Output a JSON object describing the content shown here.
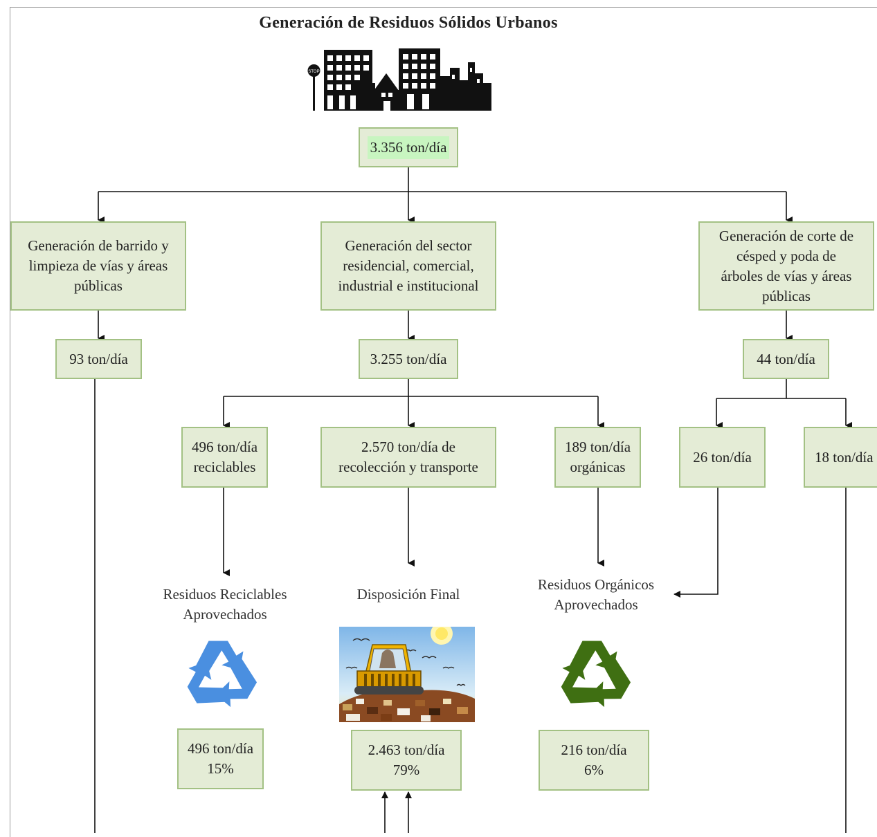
{
  "title": "Generación de Residuos Sólidos Urbanos",
  "city_sign": "STOP",
  "total": "3.356 ton/día",
  "sources": {
    "barrido": {
      "label": "Generación de barrido y\nlimpieza de vías y áreas\npúblicas",
      "value": "93 ton/día"
    },
    "sector": {
      "label": "Generación del sector\nresidencial, comercial,\nindustrial e institucional",
      "value": "3.255 ton/día"
    },
    "poda": {
      "label": "Generación de corte de\ncésped y poda de\nárboles de vías y áreas\npúblicas",
      "value": "44 ton/día"
    }
  },
  "flows": {
    "reciclables": "496 ton/día\nreciclables",
    "recoleccion": "2.570 ton/día de\nrecolección y transporte",
    "organicas": "189 ton/día\norgánicas",
    "poda_a": "26 ton/día",
    "poda_b": "18 ton/día"
  },
  "destinations": {
    "reciclables": {
      "label": "Residuos Reciclables\nAprovechados",
      "result": "496 ton/día\n15%",
      "icon": "recycle-icon",
      "color": "#4a8fe0"
    },
    "disposicion": {
      "label": "Disposición Final",
      "result": "2.463 ton/día\n79%",
      "icon": "landfill-bulldozer-image"
    },
    "organicos": {
      "label": "Residuos Orgánicos\nAprovechados",
      "result": "216 ton/día\n6%",
      "icon": "recycle-icon",
      "color": "#3f6f12"
    }
  }
}
